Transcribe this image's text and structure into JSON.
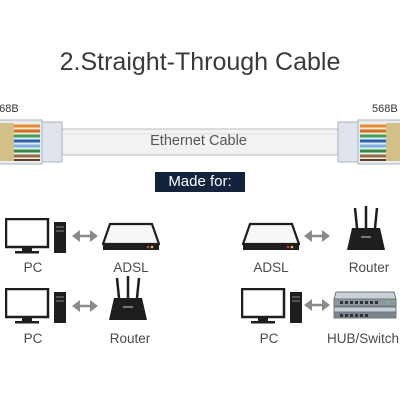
{
  "title": "2.Straight-Through Cable",
  "cable": {
    "left_standard": "568B",
    "right_standard": "568B",
    "label": "Ethernet Cable"
  },
  "made_for": "Made for:",
  "connections": [
    {
      "from": "PC",
      "to": "ADSL"
    },
    {
      "from": "ADSL",
      "to": "Router"
    },
    {
      "from": "PC",
      "to": "Router"
    },
    {
      "from": "PC",
      "to": "HUB/Switch"
    }
  ],
  "colors": {
    "title": "#3a3a3a",
    "banner": "#13233d",
    "device_dark": "#1e1e1e",
    "arrow": "#8a8a8a"
  },
  "icons": [
    "pc-icon",
    "adsl-modem-icon",
    "router-icon",
    "switch-icon",
    "double-arrow-icon",
    "rj45-plug-icon"
  ]
}
